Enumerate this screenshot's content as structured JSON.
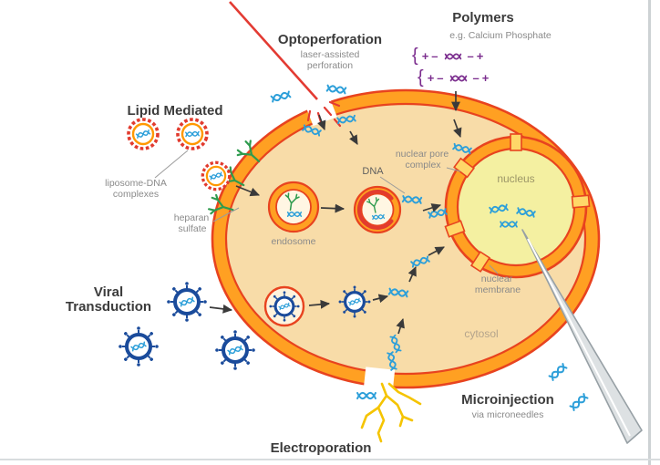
{
  "meta": {
    "description": "Diagram of gene delivery methods into a cell"
  },
  "labels": {
    "optoperforation_title": "Optoperforation",
    "optoperforation_sub1": "laser-assisted",
    "optoperforation_sub2": "perforation",
    "polymers_title": "Polymers",
    "polymers_sub": "e.g. Calcium Phosphate",
    "lipid_title": "Lipid Mediated",
    "lipid_sub1": "liposome-DNA",
    "lipid_sub2": "complexes",
    "heparan_line1": "heparan",
    "heparan_line2": "sulfate",
    "endosome": "endosome",
    "dna": "DNA",
    "nuclear_pore_line1": "nuclear pore",
    "nuclear_pore_line2": "complex",
    "nucleus": "nucleus",
    "nuclear_membrane_line1": "nuclear",
    "nuclear_membrane_line2": "membrane",
    "cytosol": "cytosol",
    "viral_line1": "Viral",
    "viral_line2": "Transduction",
    "microinjection_title": "Microinjection",
    "microinjection_sub": "via microneedles",
    "electroporation_title": "Electroporation"
  },
  "polymers": {
    "brace": "{",
    "plus": "+",
    "minus": "–"
  },
  "icons": {
    "dna": "dna-helix-icon",
    "virus": "virus-particle-icon",
    "liposome": "liposome-vesicle-icon",
    "receptor": "heparan-sulfate-receptor-icon",
    "laser": "laser-beam",
    "lightning": "electroporation-bolt",
    "needle": "microinjection-needle",
    "arrow": "flow-arrow"
  },
  "colors": {
    "cell_membrane": "#FFA022",
    "membrane_outline": "#E8431F",
    "cytosol": "#F8DCA8",
    "nucleus_fill": "#F4F0A1",
    "pore_fill": "#FFD768",
    "dna_blue": "#2D9FD9",
    "virus_blue": "#1A4B9B",
    "laser_red": "#E33B33",
    "liposome_red": "#E23B2E",
    "receptor_green": "#2E9B4E",
    "electro_yellow": "#F5C400",
    "polymer_purple": "#7B2D8E",
    "needle_gray": "#DDE1E3",
    "text_dark": "#3B3B3B",
    "text_gray": "#8A8A8A"
  }
}
